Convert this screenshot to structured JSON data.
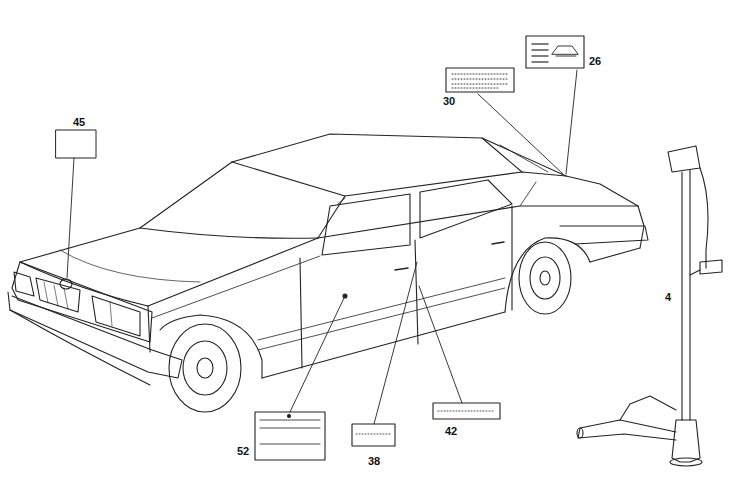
{
  "diagram": {
    "labels": [
      "45",
      "30",
      "26",
      "4",
      "52",
      "38",
      "42"
    ]
  }
}
